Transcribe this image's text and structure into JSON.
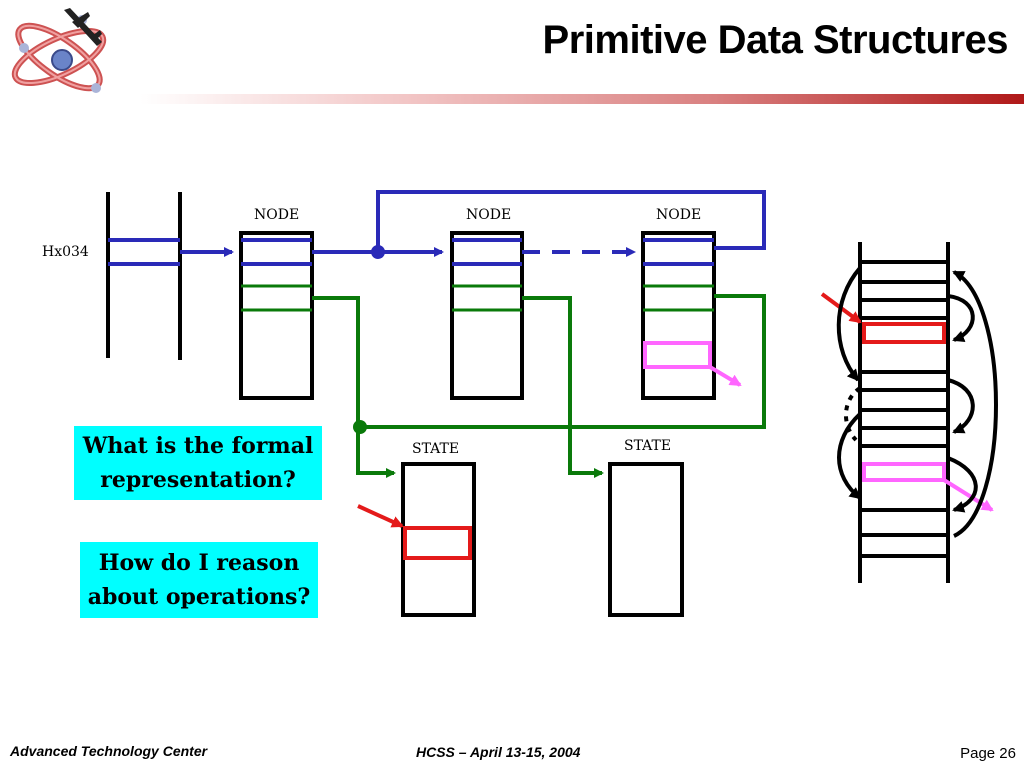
{
  "slide": {
    "title": "Primitive Data Structures"
  },
  "diagram": {
    "pointer_label": "Hx034",
    "node_labels": [
      "NODE",
      "NODE",
      "NODE"
    ],
    "state_labels": [
      "STATE",
      "STATE"
    ]
  },
  "callouts": {
    "formal_line1": "What is the formal",
    "formal_line2": "representation?",
    "reason_line1": "How do I reason",
    "reason_line2": "about operations?"
  },
  "footer": {
    "left": "Advanced Technology Center",
    "center": "HCSS – April 13-15, 2004",
    "right": "Page 26"
  },
  "colors": {
    "pointer_blue": "#2a2ab8",
    "state_green": "#0a7a0a",
    "highlight_red": "#e41a1a",
    "highlight_magenta": "#ff66ff",
    "callout_cyan": "#00ffff",
    "title_rule_red": "#b01818"
  },
  "icons": {
    "logo": "atom-with-aircraft-logo"
  }
}
